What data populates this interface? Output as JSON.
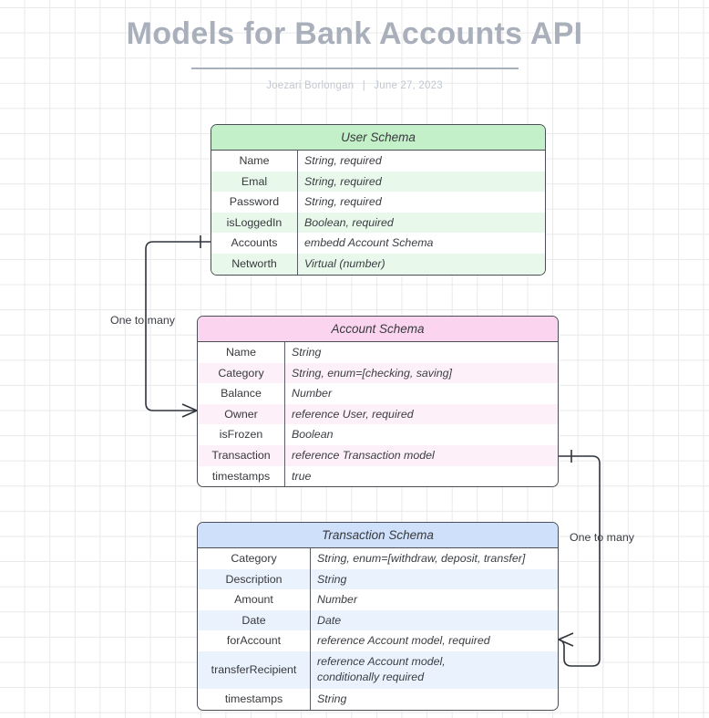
{
  "header": {
    "title": "Models for Bank Accounts API",
    "author": "Joezari Borlongan",
    "separator": "|",
    "date": "June 27, 2023"
  },
  "colors": {
    "title": "#aab0bb",
    "byline": "#c2c7d0",
    "user_header": "#c3f0c8",
    "user_row_alt": "#e8f8ea",
    "account_header": "#fbd5f0",
    "account_row_alt": "#fdf0f8",
    "transaction_header": "#cfe0fa",
    "transaction_row_alt": "#eaf2fd",
    "border": "#4a4f57",
    "connector": "#2f333b",
    "grid": "#e9e9e9"
  },
  "schemas": [
    {
      "id": "user",
      "title": "User Schema",
      "rows": [
        {
          "key": "Name",
          "value": "String, required"
        },
        {
          "key": "Emal",
          "value": "String, required"
        },
        {
          "key": "Password",
          "value": "String, required"
        },
        {
          "key": "isLoggedIn",
          "value": "Boolean, required"
        },
        {
          "key": "Accounts",
          "value": "embedd Account Schema"
        },
        {
          "key": "Networth",
          "value": "Virtual (number)"
        }
      ]
    },
    {
      "id": "account",
      "title": "Account Schema",
      "rows": [
        {
          "key": "Name",
          "value": "String"
        },
        {
          "key": "Category",
          "value": "String, enum=[checking, saving]"
        },
        {
          "key": "Balance",
          "value": "Number"
        },
        {
          "key": "Owner",
          "value": "reference User, required"
        },
        {
          "key": "isFrozen",
          "value": "Boolean"
        },
        {
          "key": "Transaction",
          "value": "reference Transaction model"
        },
        {
          "key": "timestamps",
          "value": "true"
        }
      ]
    },
    {
      "id": "transaction",
      "title": "Transaction Schema",
      "rows": [
        {
          "key": "Category",
          "value": "String, enum=[withdraw, deposit, transfer]"
        },
        {
          "key": "Description",
          "value": "String"
        },
        {
          "key": "Amount",
          "value": "Number"
        },
        {
          "key": "Date",
          "value": "Date"
        },
        {
          "key": "forAccount",
          "value": "reference Account model, required"
        },
        {
          "key": "transferRecipient",
          "value": "reference Account model,\nconditionally required",
          "tall": true
        },
        {
          "key": "timestamps",
          "value": "String"
        }
      ]
    }
  ],
  "relationships": [
    {
      "id": "user-to-account",
      "label": "One to many",
      "from": "User.Accounts",
      "to": "Account.Owner"
    },
    {
      "id": "account-to-transaction",
      "label": "One to many",
      "from": "Account.Transaction",
      "to": "Transaction.forAccount"
    }
  ]
}
